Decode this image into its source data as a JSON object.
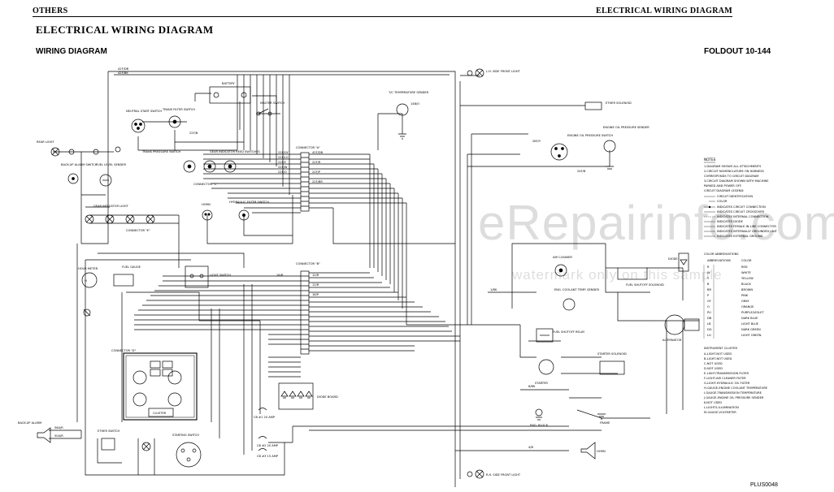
{
  "header": {
    "left": "OTHERS",
    "right": "ELECTRICAL WIRING DIAGRAM"
  },
  "title": "ELECTRICAL WIRING DIAGRAM",
  "subtitle": "WIRING DIAGRAM",
  "foldout": "FOLDOUT 10-144",
  "figure_code": "PLUS0048",
  "watermark": {
    "main": "eRepairinfo.com",
    "sub": "watermark only on this sample"
  },
  "components": {
    "rear_light": "REAR LIGHT",
    "battery": "BATTERY",
    "master_switch": "MASTER SWITCH",
    "neutral_start_switch": "NEUTRAL START SWITCH",
    "trans_filter_switch": "TRANS FILTER SWITCH",
    "trans_temp_sender": "T/C TEMPERATURE SENDER",
    "ether_solenoid": "ETHER SOLENOID",
    "lh_front_light": "L.H. SIDE FRONT LIGHT",
    "rh_front_light": "R.H. SIDE FRONT LIGHT",
    "back_up_alarm_switch": "BACK-UP ALARM SWITCH",
    "fuel_level_sender": "FUEL LEVEL SENDER",
    "trans_pressure_switch": "TRANS PRESSURE SWITCH",
    "gear_indicator_switches": "GEAR INDICATOR REED SWITCHES",
    "connector_a": "CONNECTOR \"A\"",
    "connector_b": "CONNECTOR \"B\"",
    "connector_c": "CONNECTOR \"C\"",
    "connector_d": "CONNECTOR \"D\"",
    "connector_e": "CONNECTOR \"E\"",
    "horn": "HORN",
    "hydraulic_filter_switch": "HYDRAULIC FILTER SWITCH",
    "engine_oil_pressure_switch": "ENGINE OIL PRESSURE SWITCH",
    "engine_oil_pressure_sender": "ENGINE OIL PRESSURE SENDER",
    "gear_indicator_light": "GEAR INDICATOR LIGHT",
    "hour_meter": "HOUR METER",
    "fuel_gauge": "FUEL GAUGE",
    "light_switch": "LIGHT SWITCH",
    "air_cleaner": "AIR CLEANER",
    "engine_coolant_temp_sender": "ENG. COOLANT TEMP. SENDER",
    "fuel_shutoff_solenoid": "FUEL SHUTOFF SOLENOID",
    "diode": "DIODE",
    "alternator": "ALTERNATOR",
    "fuel_shutoff_relay": "FUEL SHUTOFF RELAY",
    "starter_solenoid": "STARTER SOLENOID",
    "starter": "STARTER",
    "frame": "FRAME",
    "eng_block": "ENG. BLOCK",
    "back_up_alarm": "BACK-UP ALARM",
    "ether_switch": "ETHER SWITCH",
    "starting_switch": "STARTING SWITCH",
    "cluster": "CLUSTER",
    "diode_board": "DIODE BOARD",
    "cb1": "CB #1 20 AMP",
    "cb2": "CB #2 20 AMP",
    "cb3": "CB #3 15 AMP",
    "horn_speaker": "HORN"
  },
  "notes": {
    "heading": "NOTES",
    "lines": [
      "1.DIAGRAM SHOWS ALL ATTACHMENTS",
      "2.CIRCUIT NOMENCLATURE ON HARNESS",
      "  CORRESPONDS TO CIRCUIT DIAGRAM",
      "3.CIRCUIT DIAGRAM SHOWN WITH MACHINE",
      "  PARKED AND POWER OFF.",
      "CIRCUIT DIAGRAM LEGEND:"
    ],
    "legend": [
      "CIRCUIT IDENTIFICATION",
      "COLOR",
      "INDICATES CIRCUIT CONNECTION",
      "INDICATES CIRCUIT CROSSOVER",
      "INDICATES INTERNAL CONNECTION",
      "INDICATES DIODE",
      "INDICATES FEMALE-IN-LINE CONNECTOR",
      "INDICATES INTERNALLY GROUNDED UNIT",
      "INDICATES EXTERNAL GROUND"
    ],
    "color_heading": "COLOR ABBREVIATIONS",
    "color_cols": [
      "ABBREVIATIONS",
      "COLOR"
    ],
    "colors": [
      [
        "R",
        "RED"
      ],
      [
        "W",
        "WHITE"
      ],
      [
        "Y",
        "YELLOW"
      ],
      [
        "B",
        "BLACK"
      ],
      [
        "BR",
        "BROWN"
      ],
      [
        "P",
        "PINK"
      ],
      [
        "GY",
        "GRAY"
      ],
      [
        "O",
        "ORANGE"
      ],
      [
        "PU",
        "PURPLE/VIOLET"
      ],
      [
        "DB",
        "DARK BLUE"
      ],
      [
        "LB",
        "LIGHT BLUE"
      ],
      [
        "DG",
        "DARK GREEN"
      ],
      [
        "LG",
        "LIGHT GREEN"
      ]
    ],
    "cluster_heading": "INSTRUMENT CLUSTER",
    "cluster": [
      "A-LIGHT-NOT USED",
      "B-LIGHT-NOT USED",
      "C-NOT USED",
      "D-NOT USED",
      "E-LIGHT-TRANSMISSION FILTER",
      "F-LIGHT-AIR CLEANER FILTER",
      "G-LIGHT-HYDRAULIC OIL FILTER",
      "H-GAUGE-ENGINE COOLANT TEMPERATURE",
      "I-GAUGE-TRANSMISSION TEMPERATURE",
      "J-GAUGE-ENGINE OIL PRESSURE SENDER",
      "K-NOT USED",
      "L-LIGHTS-ILLUMINATION",
      "M-GAUGE-VOLTMETER"
    ]
  },
  "wire_codes": [
    "42F/DB",
    "42F/BK",
    "22F/B",
    "22F/GY",
    "22F/LG",
    "22F/Y",
    "22F/W",
    "22F/O",
    "42F/DB",
    "22F/R",
    "22F/P",
    "22F/BR",
    "14B/O",
    "16/R",
    "10/R",
    "12/R",
    "16/P",
    "28F/Y",
    "24F/B",
    "1/BK",
    "6/BK",
    "4/B",
    "56A/R",
    "50A/R"
  ]
}
